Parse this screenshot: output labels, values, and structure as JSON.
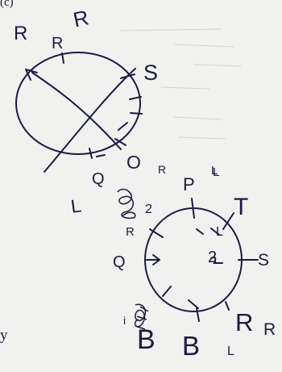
{
  "header_fragment": "(c)",
  "footer_fragment": "y",
  "ink_color": "#1a1c40",
  "paper_color": "#f1f1ef",
  "circle_top": {
    "labels": [
      "R",
      "R",
      "R",
      "S",
      "O",
      "R",
      "L",
      "Q",
      "L"
    ]
  },
  "circle_bottom": {
    "labels": [
      "P",
      "L",
      "T",
      "L",
      "S",
      "2",
      "Q",
      "2",
      "R",
      "R",
      "R",
      "L",
      "B",
      "B",
      "i"
    ]
  }
}
